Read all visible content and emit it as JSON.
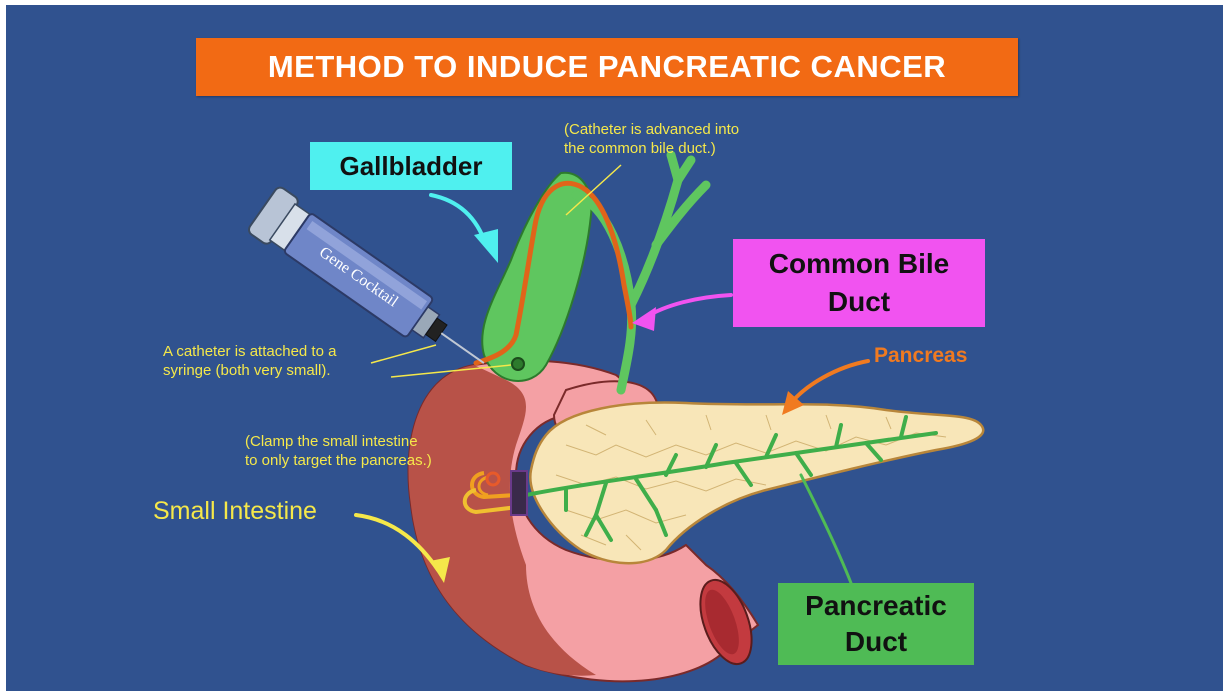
{
  "title": "METHOD TO INDUCE PANCREATIC CANCER",
  "labels": {
    "gallbladder": "Gallbladder",
    "common_bile_duct_line1": "Common Bile",
    "common_bile_duct_line2": "Duct",
    "pancreas": "Pancreas",
    "pancreatic_duct_line1": "Pancreatic",
    "pancreatic_duct_line2": "Duct",
    "small_intestine": "Small Intestine",
    "syringe_text": "Gene Cocktail"
  },
  "notes": {
    "catheter_advanced_line1": "(Catheter is advanced into",
    "catheter_advanced_line2": "the common bile duct.)",
    "catheter_attached_line1": "A catheter is attached to a",
    "catheter_attached_line2": "syringe (both very small).",
    "clamp_line1": "(Clamp the small intestine",
    "clamp_line2": "to only target the pancreas.)"
  },
  "colors": {
    "background": "#30528f",
    "title_box": "#f26a14",
    "gallbladder_label": "#4ff0ef",
    "common_bile_duct_label": "#f153f0",
    "pancreatic_duct_label": "#4fbb55",
    "note_text": "#f5e84a",
    "pancreas_text": "#f07a20"
  }
}
